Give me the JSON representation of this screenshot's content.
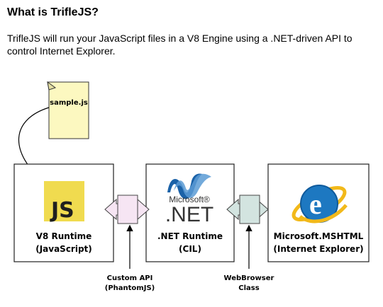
{
  "header": {
    "title": "What is TrifleJS?",
    "description": "TrifleJS will run your JavaScript files in a V8 Engine using a .NET-driven API to control Internet Explorer."
  },
  "diagram": {
    "file_label": "sample.js",
    "js_logo_text": "JS",
    "net_logo_brand": "Microsoft®",
    "net_logo_text": ".NET",
    "boxes": [
      {
        "line1": "V8 Runtime",
        "line2": "(JavaScript)"
      },
      {
        "line1": ".NET Runtime",
        "line2": "(CIL)"
      },
      {
        "line1": "Microsoft.MSHTML",
        "line2": "(Internet Explorer)"
      }
    ],
    "connectors": [
      {
        "line1": "Custom API",
        "line2": "(PhantomJS)"
      },
      {
        "line1": "WebBrowser",
        "line2": "Class"
      }
    ],
    "colors": {
      "note_fill": "#fcf8c0",
      "js_yellow": "#f0db4f",
      "api_arrow_fill": "#f6e5f3",
      "class_arrow_fill": "#d3e4e0",
      "net_blue": "#1b62a8",
      "ie_blue": "#1d78c1",
      "ie_gold": "#f2b91a"
    }
  }
}
